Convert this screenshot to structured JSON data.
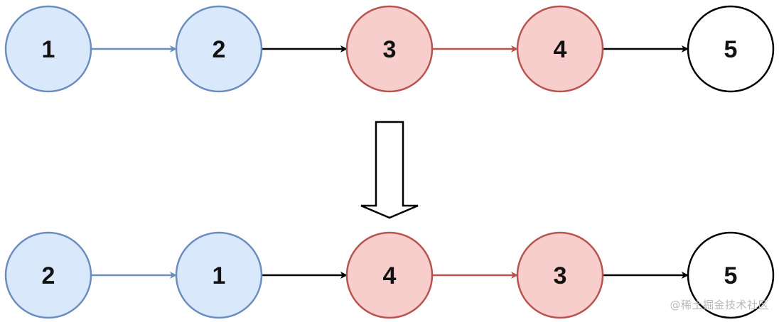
{
  "diagram": {
    "before": [
      {
        "label": "1",
        "style": "blue"
      },
      {
        "label": "2",
        "style": "blue"
      },
      {
        "label": "3",
        "style": "red"
      },
      {
        "label": "4",
        "style": "red"
      },
      {
        "label": "5",
        "style": "plain"
      }
    ],
    "after": [
      {
        "label": "2",
        "style": "blue"
      },
      {
        "label": "1",
        "style": "blue"
      },
      {
        "label": "4",
        "style": "red"
      },
      {
        "label": "3",
        "style": "red"
      },
      {
        "label": "5",
        "style": "plain"
      }
    ],
    "before_links": [
      "blue",
      "black",
      "red",
      "black"
    ],
    "after_links": [
      "blue",
      "black",
      "red",
      "black"
    ]
  },
  "colors": {
    "blue_fill": "#dae8fc",
    "blue_stroke": "#6c8ebf",
    "red_fill": "#f8cecc",
    "red_stroke": "#b85450",
    "plain_fill": "#ffffff",
    "plain_stroke": "#000000",
    "black": "#000000"
  },
  "watermark": "@稀土掘金技术社区"
}
